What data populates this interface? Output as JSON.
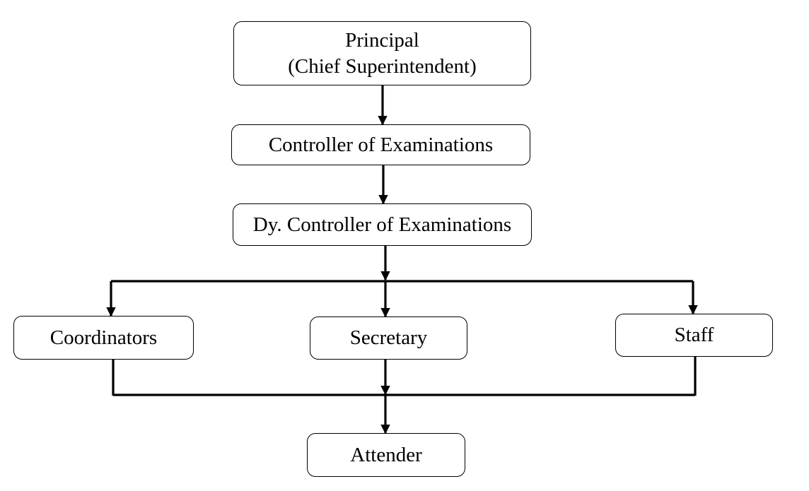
{
  "diagram": {
    "principal": {
      "line1": "Principal",
      "line2": "(Chief Superintendent)"
    },
    "controller": {
      "label": "Controller of Examinations"
    },
    "dy_controller": {
      "label": "Dy. Controller of Examinations"
    },
    "coordinators": {
      "label": "Coordinators"
    },
    "secretary": {
      "label": "Secretary"
    },
    "staff": {
      "label": "Staff"
    },
    "attender": {
      "label": "Attender"
    },
    "connectors": [
      {
        "from": "principal",
        "to": "controller"
      },
      {
        "from": "controller",
        "to": "dy_controller"
      },
      {
        "from": "dy_controller",
        "to": "coordinators"
      },
      {
        "from": "dy_controller",
        "to": "secretary"
      },
      {
        "from": "dy_controller",
        "to": "staff"
      },
      {
        "from": "coordinators",
        "to": "attender"
      },
      {
        "from": "secretary",
        "to": "attender"
      },
      {
        "from": "staff",
        "to": "attender"
      }
    ],
    "colors": {
      "line": "#000000",
      "box_fill": "#ffffff",
      "text": "#000000"
    }
  }
}
